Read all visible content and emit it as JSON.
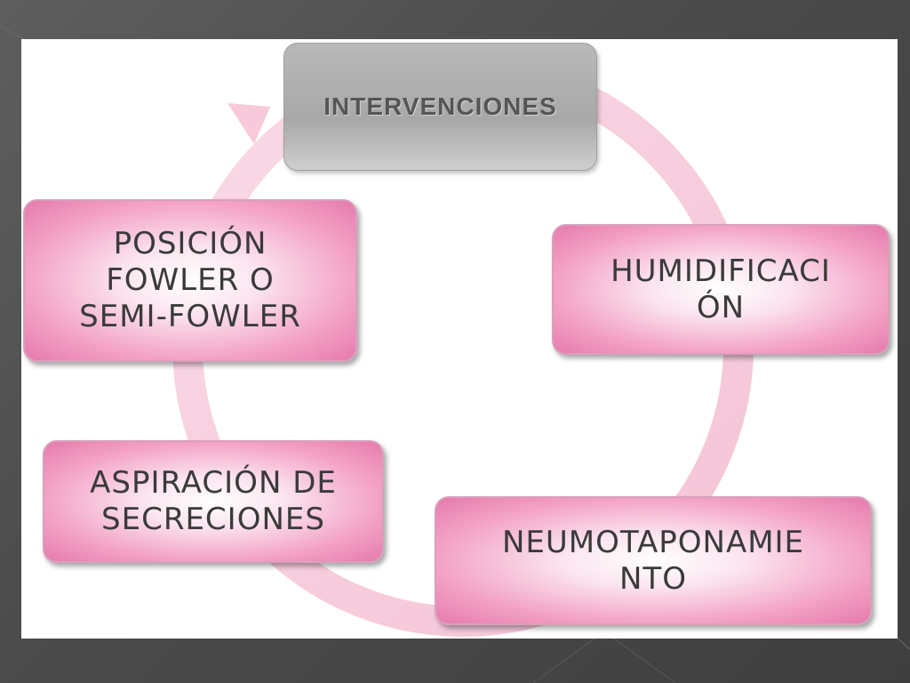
{
  "diagram": {
    "type": "cycle",
    "nodes": [
      {
        "id": "intervenciones",
        "label": "INTERVENCIONES"
      },
      {
        "id": "humidificacion",
        "label": "HUMIDIFICACI\nÓN"
      },
      {
        "id": "neumotaponamiento",
        "label": "NEUMOTAPONAMIE\nNTO"
      },
      {
        "id": "aspiracion",
        "label": "ASPIRACIÓN DE\nSECRECIONES"
      },
      {
        "id": "posicion",
        "label": "POSICIÓN\nFOWLER O\nSEMI-FOWLER"
      }
    ],
    "edges": [
      {
        "from": "intervenciones",
        "to": "humidificacion"
      },
      {
        "from": "humidificacion",
        "to": "neumotaponamiento"
      },
      {
        "from": "neumotaponamiento",
        "to": "aspiracion"
      },
      {
        "from": "aspiracion",
        "to": "posicion"
      },
      {
        "from": "posicion",
        "to": "intervenciones"
      }
    ]
  },
  "colors": {
    "slide_background": "#4a4a4a",
    "canvas_background": "#ffffff",
    "node_pink": "#f3a2c6",
    "node_gray": "#a8a8a8",
    "cycle_ring": "#f7c9da"
  }
}
